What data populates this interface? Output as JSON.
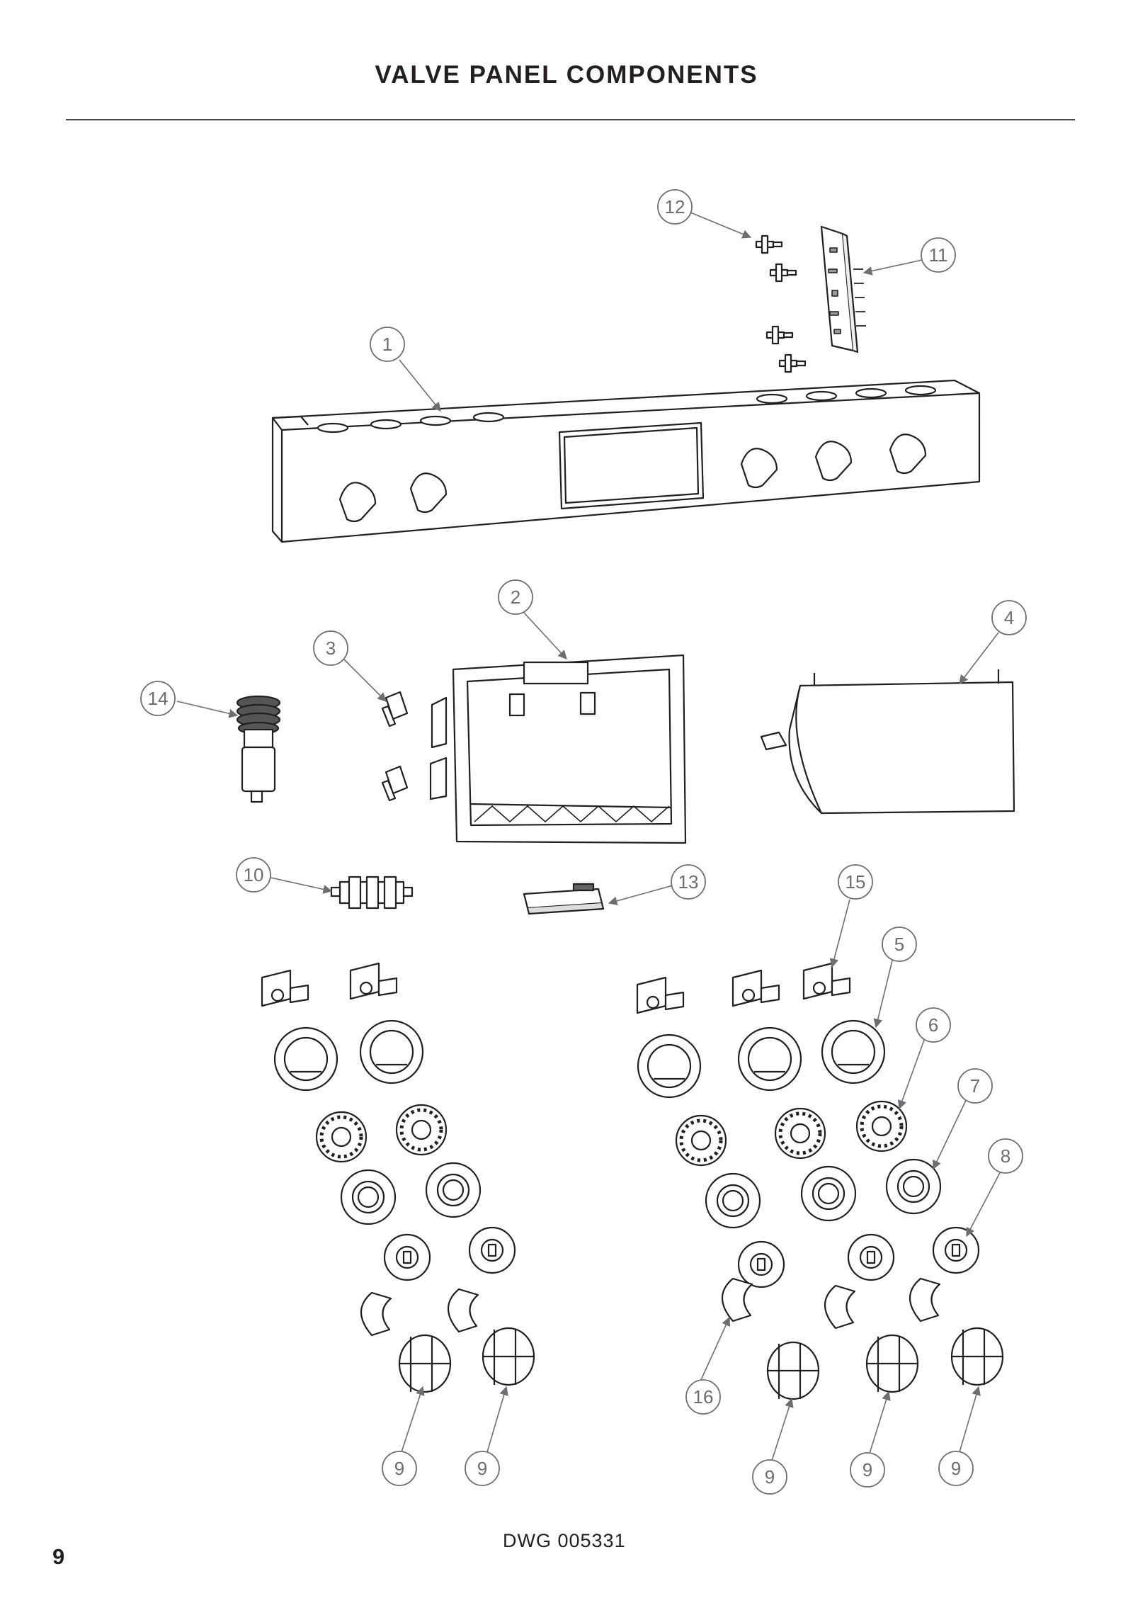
{
  "page": {
    "title": "VALVE PANEL COMPONENTS",
    "drawing_number": "DWG 005331",
    "page_number": "9"
  },
  "callouts": [
    "1",
    "2",
    "3",
    "4",
    "5",
    "6",
    "7",
    "8",
    "9",
    "9",
    "9",
    "9",
    "9",
    "10",
    "11",
    "12",
    "13",
    "14",
    "15",
    "16"
  ],
  "colors": {
    "ink": "#231f20",
    "callout": "#6d6e71",
    "spring": "#555555"
  }
}
